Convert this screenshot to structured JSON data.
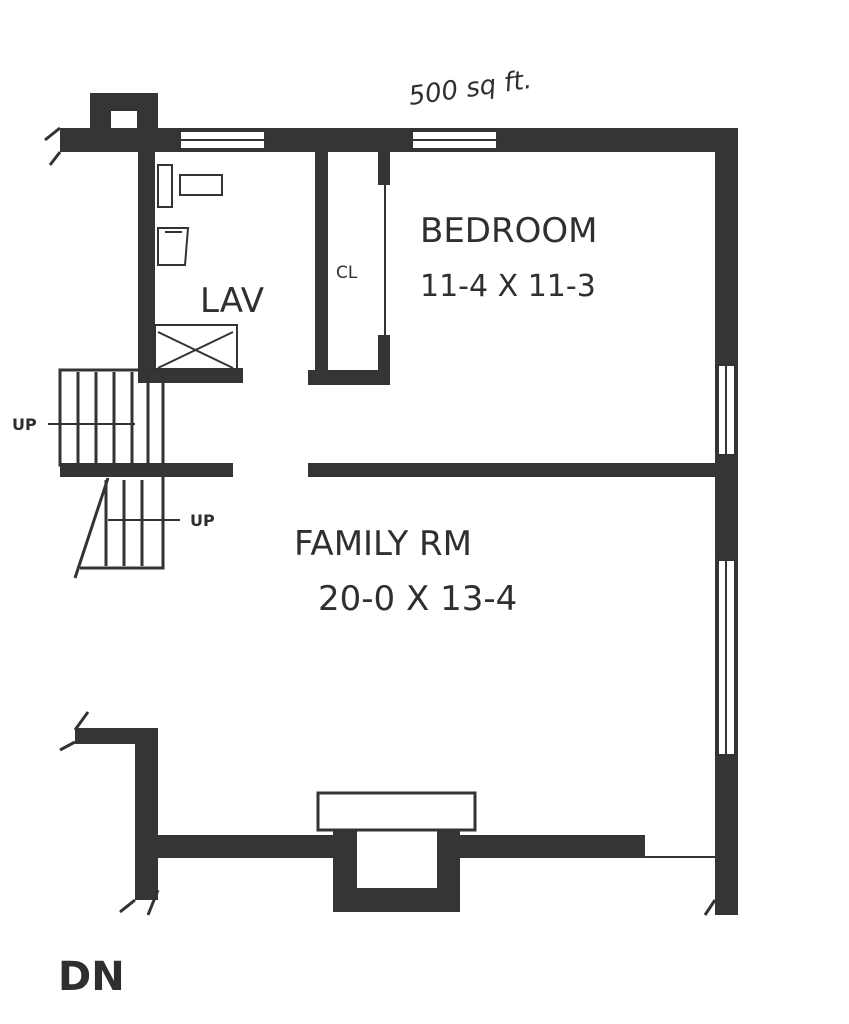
{
  "annotation": "500 sq ft.",
  "rooms": {
    "bedroom": {
      "name": "BEDROOM",
      "size": "11-4 X 11-3"
    },
    "family": {
      "name": "FAMILY RM",
      "size": "20-0 X 13-4"
    },
    "lav": {
      "name": "LAV"
    },
    "closet": {
      "name": "CL"
    }
  },
  "stairs": {
    "up_upper": "UP",
    "up_lower": "UP",
    "down": "DN"
  }
}
